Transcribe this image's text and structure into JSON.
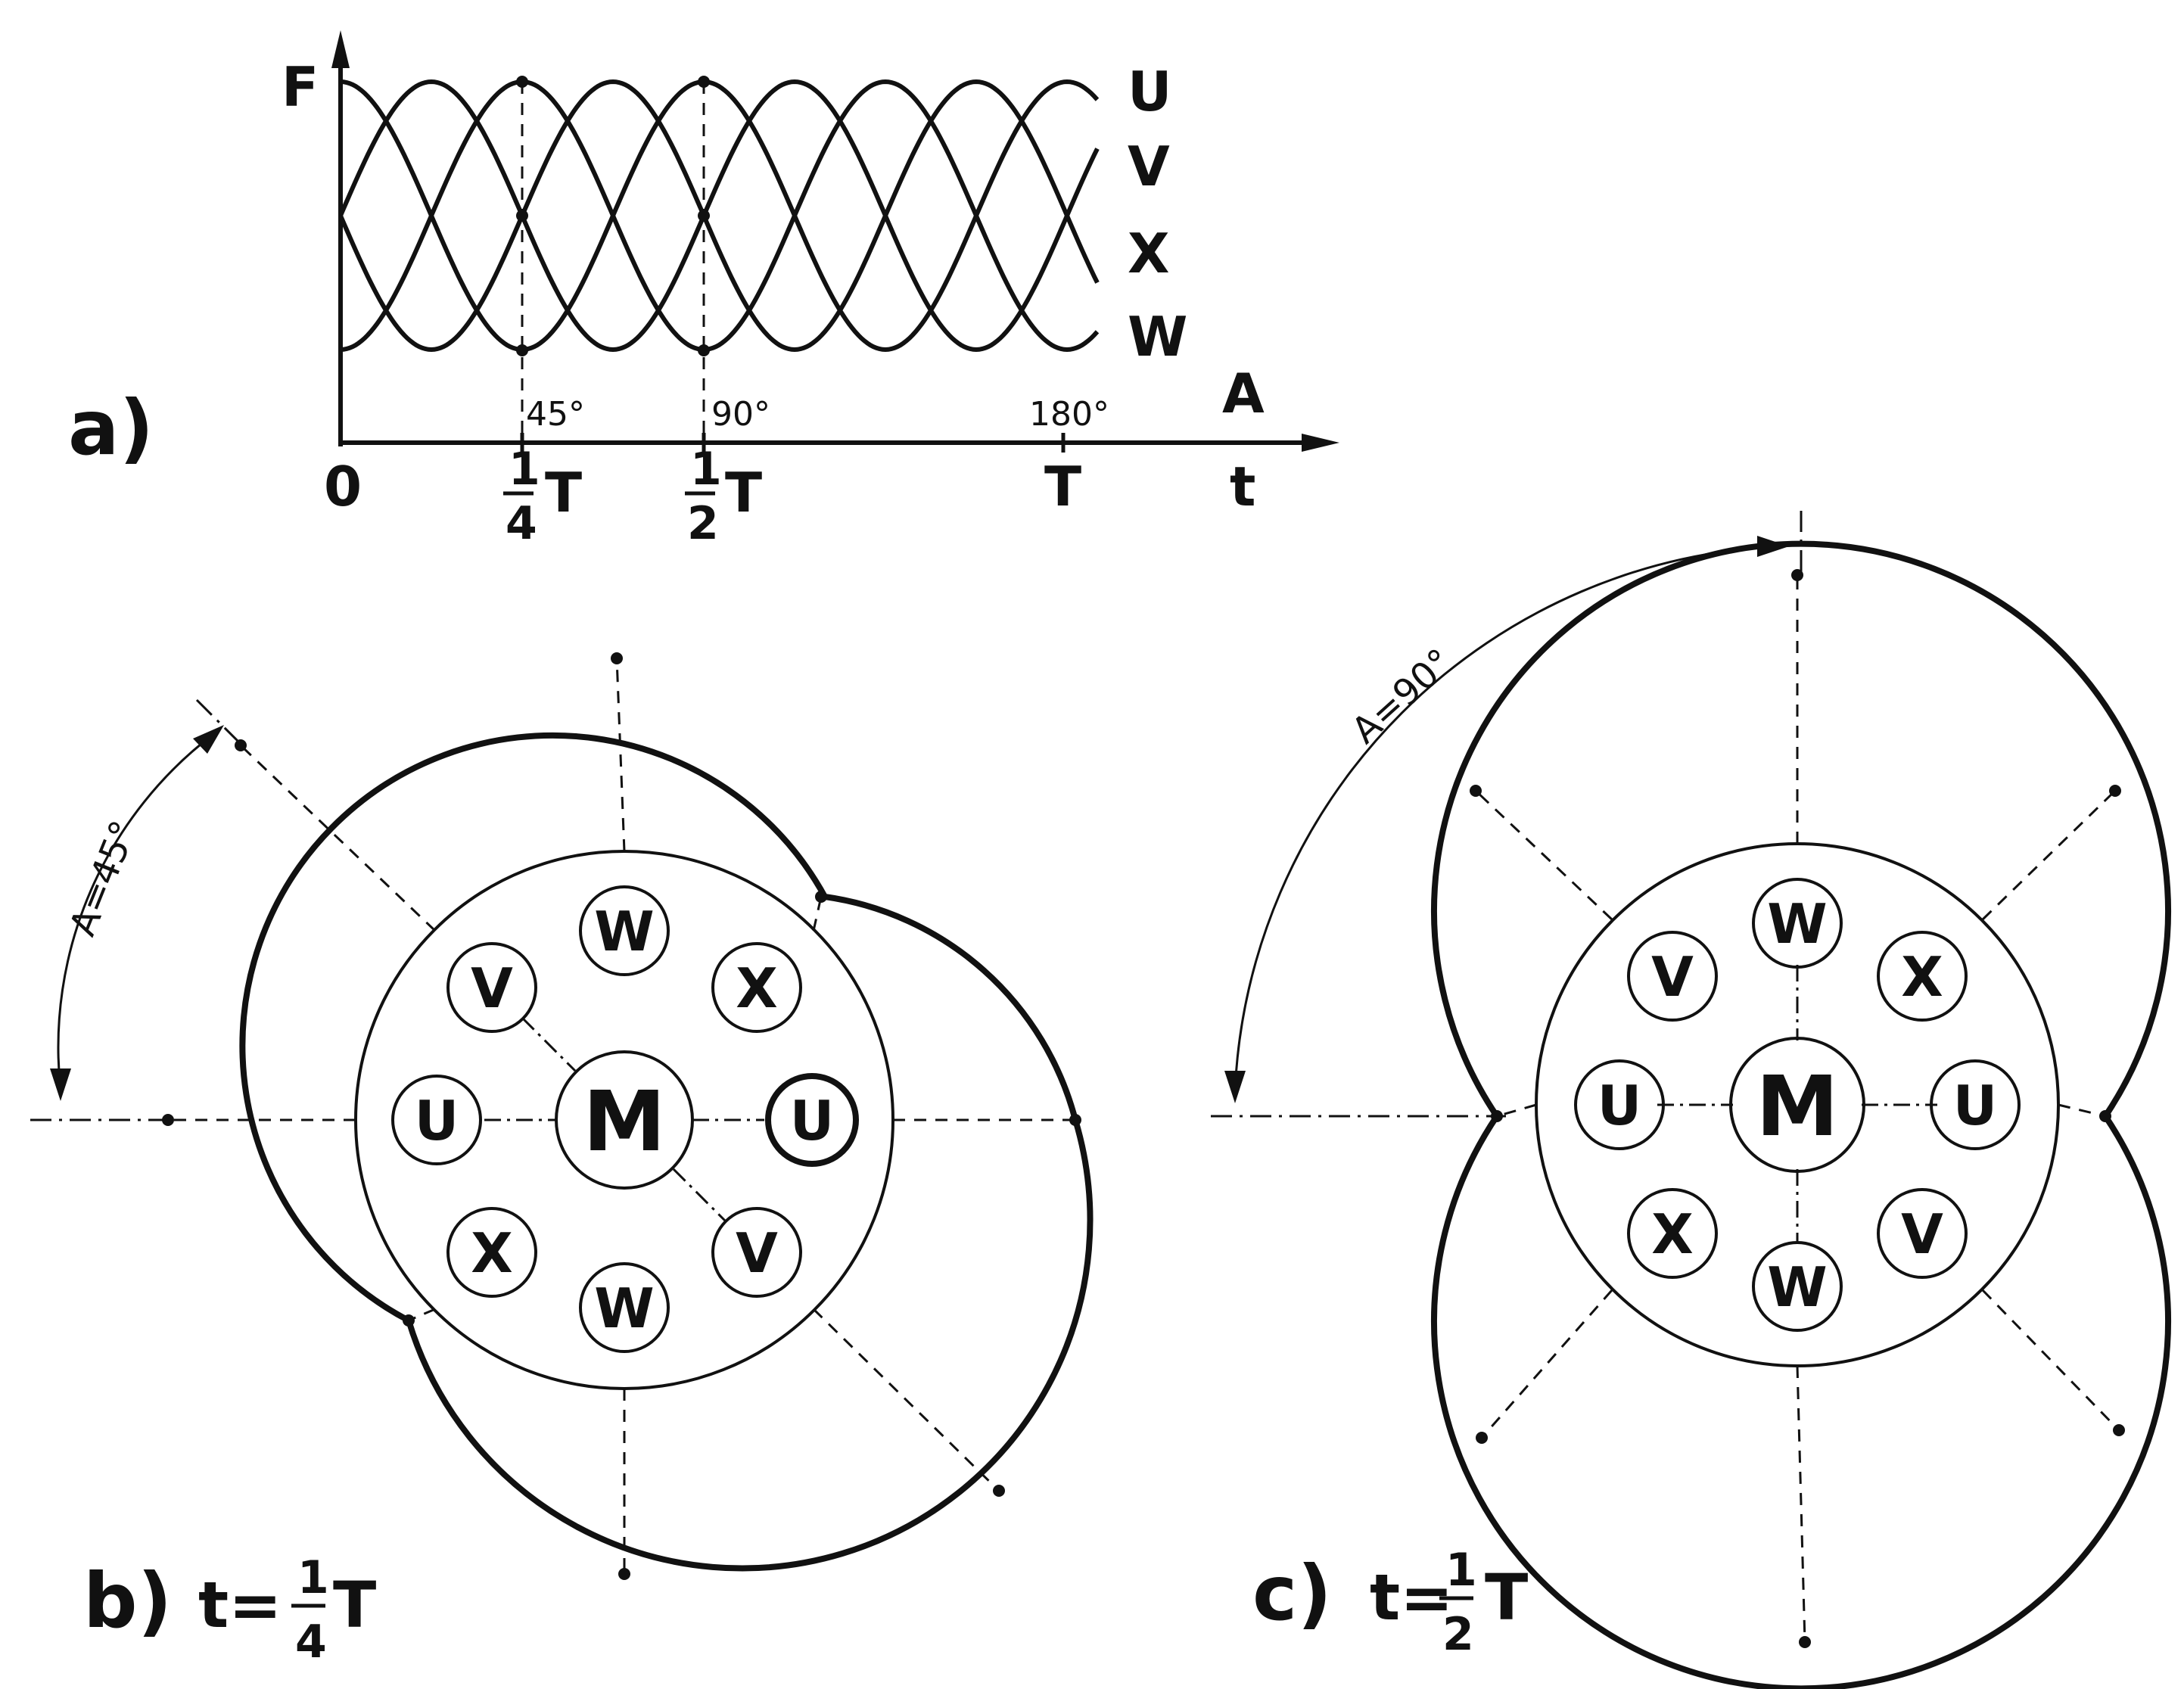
{
  "panel_a": {
    "label": "a)",
    "y_axis_label": "F",
    "x_axis_angle_label": "A",
    "x_axis_time_label": "t",
    "origin_label": "0",
    "angle_marks": [
      "45°",
      "90°",
      "180°"
    ],
    "time_marks": [
      {
        "num": "1",
        "den": "4",
        "suffix": "T"
      },
      {
        "num": "1",
        "den": "2",
        "suffix": "T"
      },
      {
        "num": "",
        "den": "",
        "suffix": "T"
      }
    ],
    "curve_labels": [
      "U",
      "V",
      "X",
      "W"
    ]
  },
  "panel_b": {
    "label": "b)",
    "time_prefix": "t=",
    "fraction_num": "1",
    "fraction_den": "4",
    "time_suffix": "T",
    "angle_label": "A=45°",
    "center_label": "M",
    "winding_labels": [
      "W",
      "X",
      "U",
      "V",
      "W",
      "X",
      "U",
      "V"
    ]
  },
  "panel_c": {
    "label": "c)",
    "time_prefix": "t=",
    "fraction_num": "1",
    "fraction_den": "2",
    "time_suffix": "T",
    "angle_label": "A=90°",
    "center_label": "M",
    "winding_labels": [
      "W",
      "X",
      "U",
      "V",
      "W",
      "X",
      "U",
      "V"
    ]
  },
  "colors": {
    "ink": "#111111",
    "paper": "#ffffff"
  }
}
